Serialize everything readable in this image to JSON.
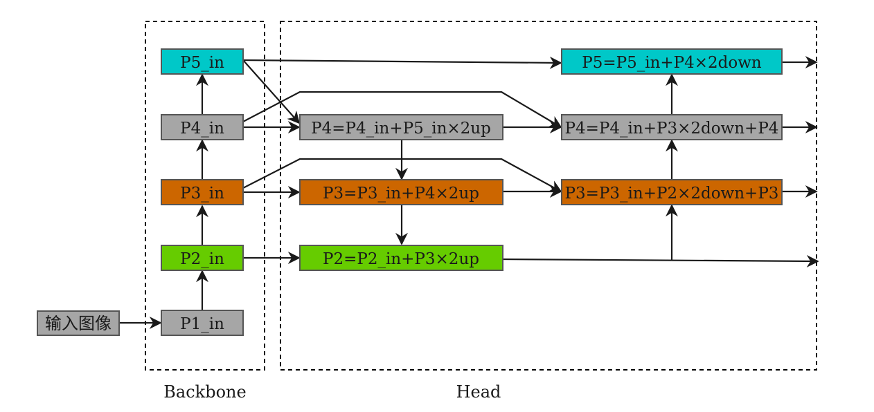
{
  "colors": {
    "cyan": "#00C8C8",
    "gray": "#A6A6A6",
    "orange": "#CC6600",
    "green": "#66CC00",
    "border": "#555555",
    "line": "#1a1a1a"
  },
  "frames": {
    "backbone_label": "Backbone",
    "head_label": "Head"
  },
  "input": {
    "label": "输入图像"
  },
  "nodes": {
    "p1_in": "P1_in",
    "p2_in": "P2_in",
    "p3_in": "P3_in",
    "p4_in": "P4_in",
    "p5_in": "P5_in",
    "p4_up": "P4=P4_in+P5_in×2up",
    "p3_up": "P3=P3_in+P4×2up",
    "p2_up": "P2=P2_in+P3×2up",
    "p5_out": "P5=P5_in+P4×2down",
    "p4_out": "P4=P4_in+P3×2down+P4",
    "p3_out": "P3=P3_in+P2×2down+P3"
  }
}
